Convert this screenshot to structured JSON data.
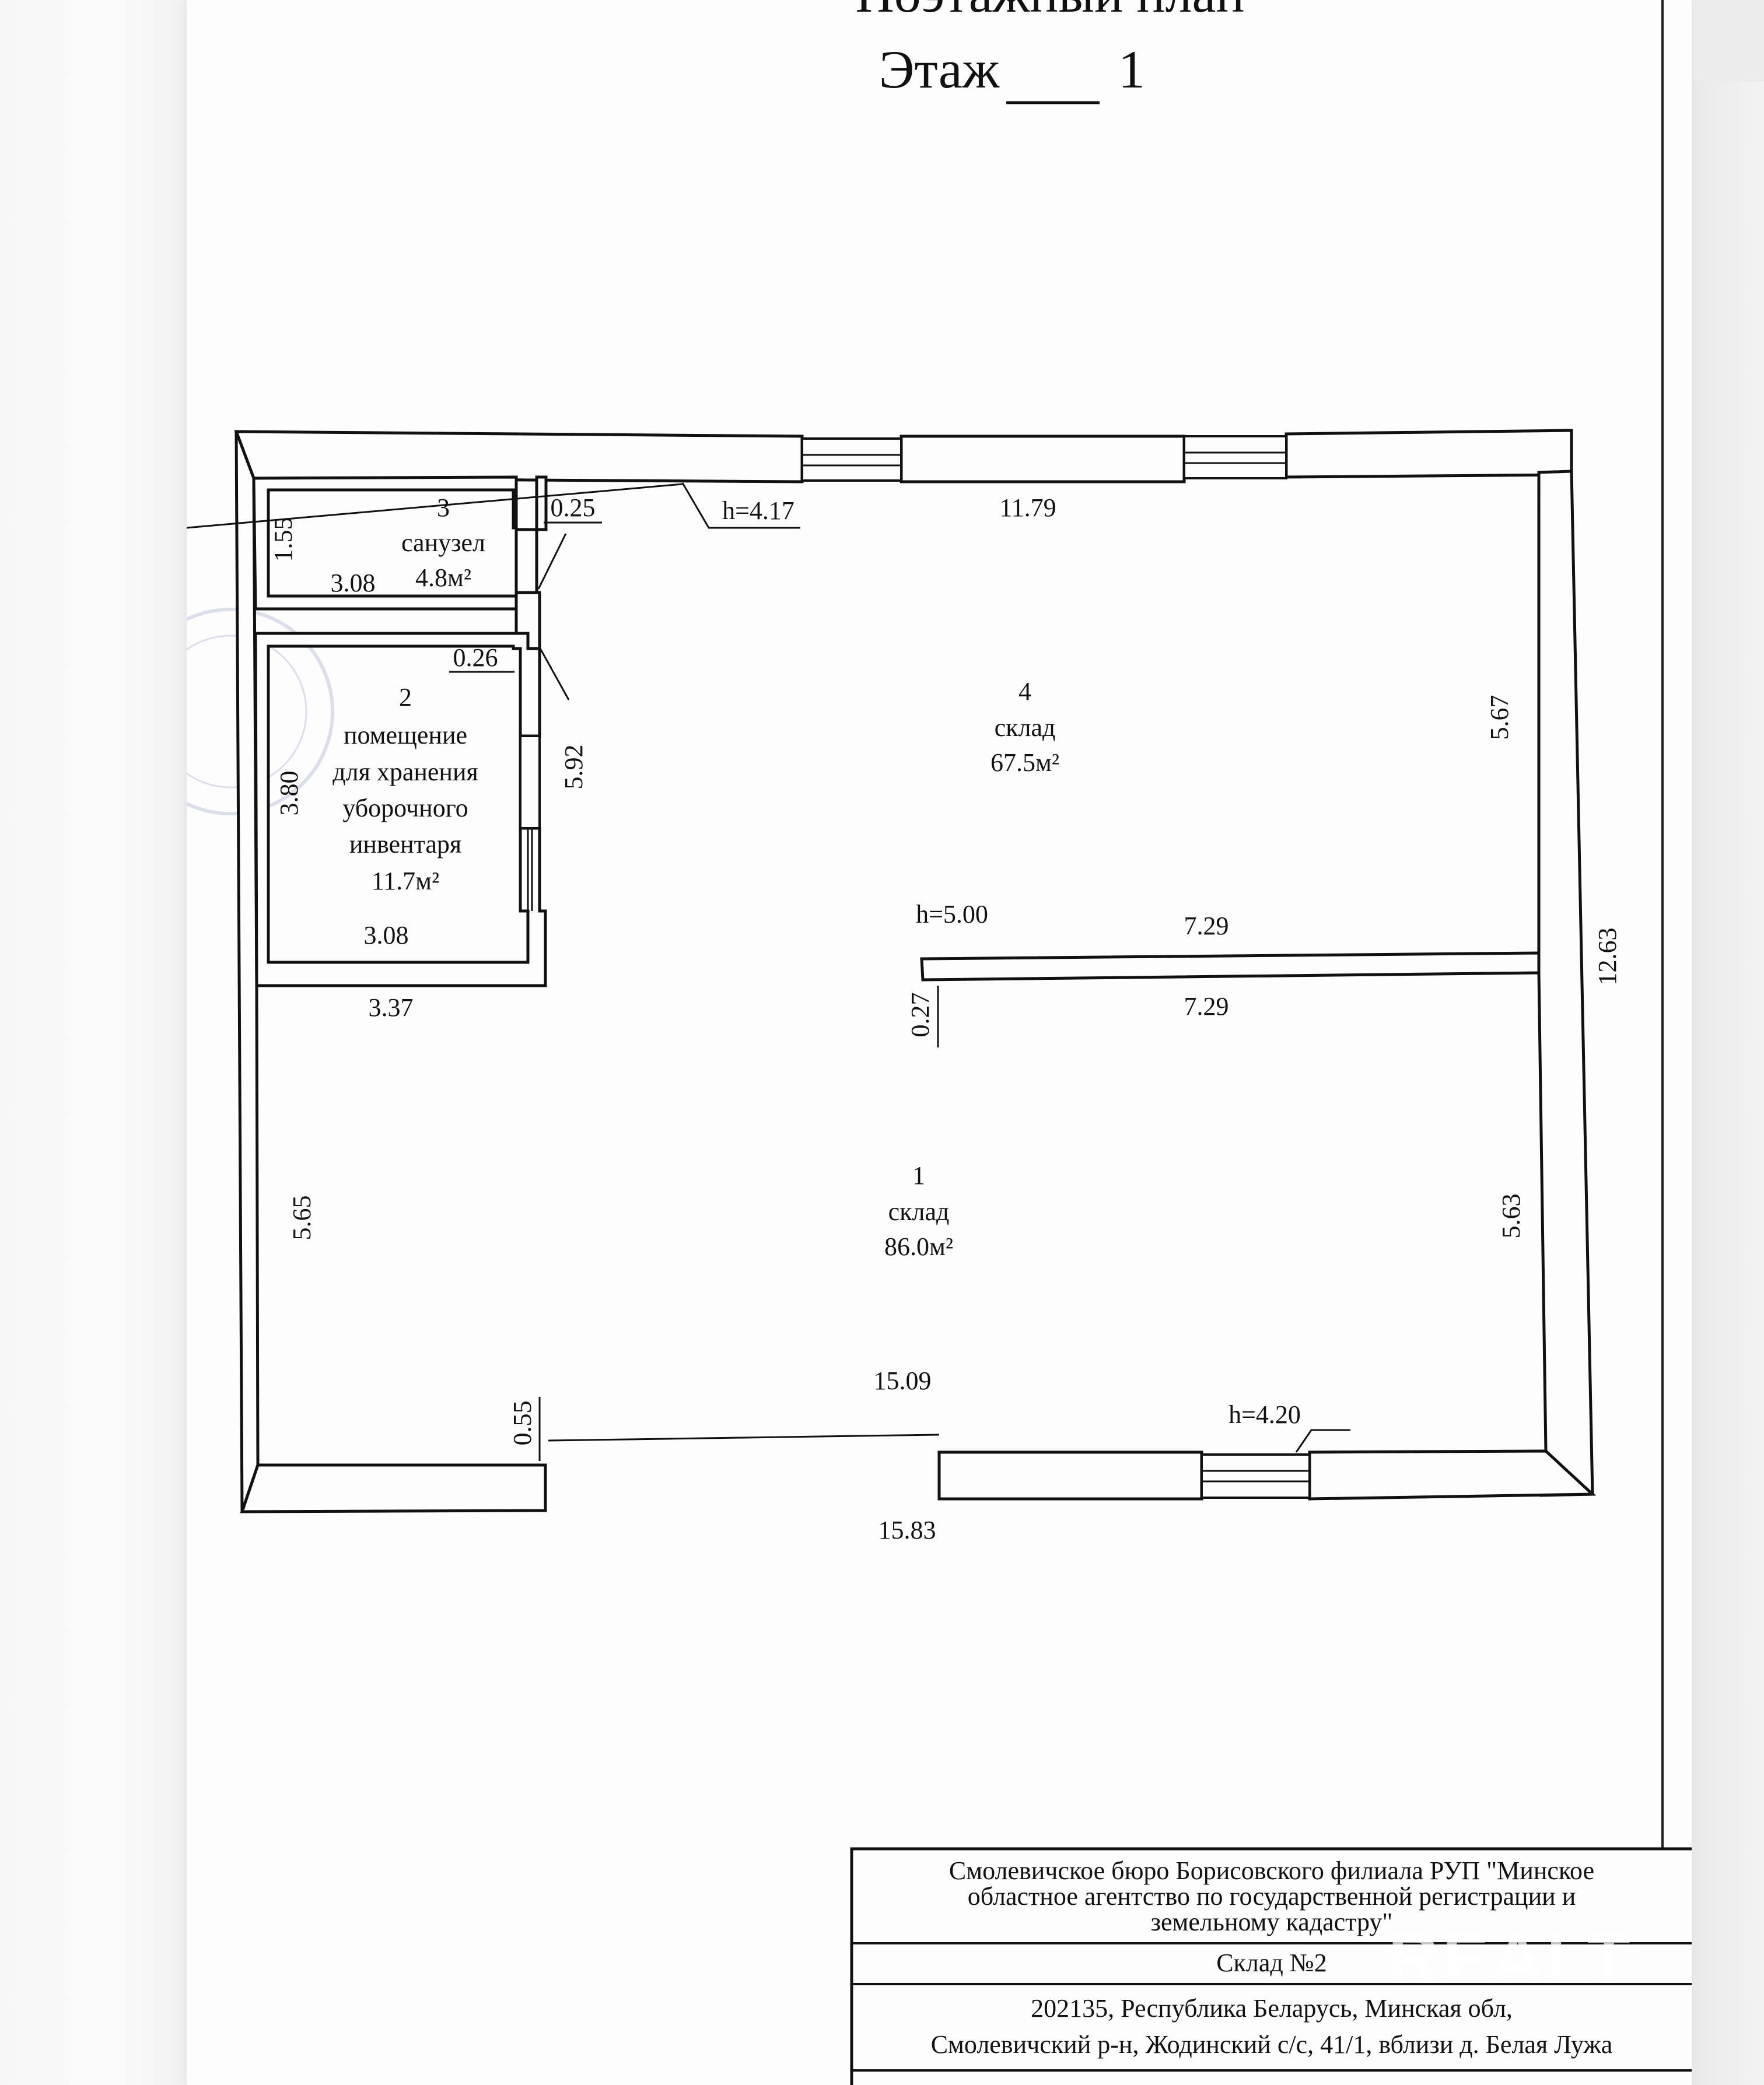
{
  "header": {
    "title": "Поэтажный план",
    "floor_label": "Этаж",
    "floor_number": "1"
  },
  "rooms": [
    {
      "number": "3",
      "name": "санузел",
      "area": "4.8м²"
    },
    {
      "number": "2",
      "name_lines": [
        "помещение",
        "для хранения",
        "уборочного",
        "инвентаря"
      ],
      "area": "11.7м²"
    },
    {
      "number": "4",
      "name": "склад",
      "area": "67.5м²"
    },
    {
      "number": "1",
      "name": "склад",
      "area": "86.0м²"
    }
  ],
  "dimensions": {
    "room3_height": "1.55",
    "room3_width": "3.08",
    "wall_025": "0.25",
    "wall_026": "0.26",
    "room2_height": "3.80",
    "room2_width": "3.08",
    "wall_592": "5.92",
    "room1_top_left": "3.37",
    "top_width": "11.79",
    "room4_right": "5.67",
    "partition_top": "7.29",
    "partition_bottom": "7.29",
    "partition_thickness": "0.27",
    "room1_left": "5.65",
    "room1_right": "5.63",
    "inner_bottom": "15.09",
    "outer_bottom": "15.83",
    "outer_right": "12.63",
    "wall_055": "0.55"
  },
  "heights": {
    "h_top": "h=4.17",
    "h_mid": "h=5.00",
    "h_bottom": "h=4.20"
  },
  "stamp": {
    "org_lines": [
      "Смолевичское бюро Борисовского филиала РУП \"Минское",
      "областное агентство по государственной регистрации и",
      "земельному кадастру\""
    ],
    "object": "Склад №2",
    "address_lines": [
      "202135, Республика Беларусь, Минская обл,",
      "Смолевичский р-н, Жодинский с/с, 41/1, вблизи д. Белая Лужа"
    ]
  },
  "watermark": "REALT"
}
